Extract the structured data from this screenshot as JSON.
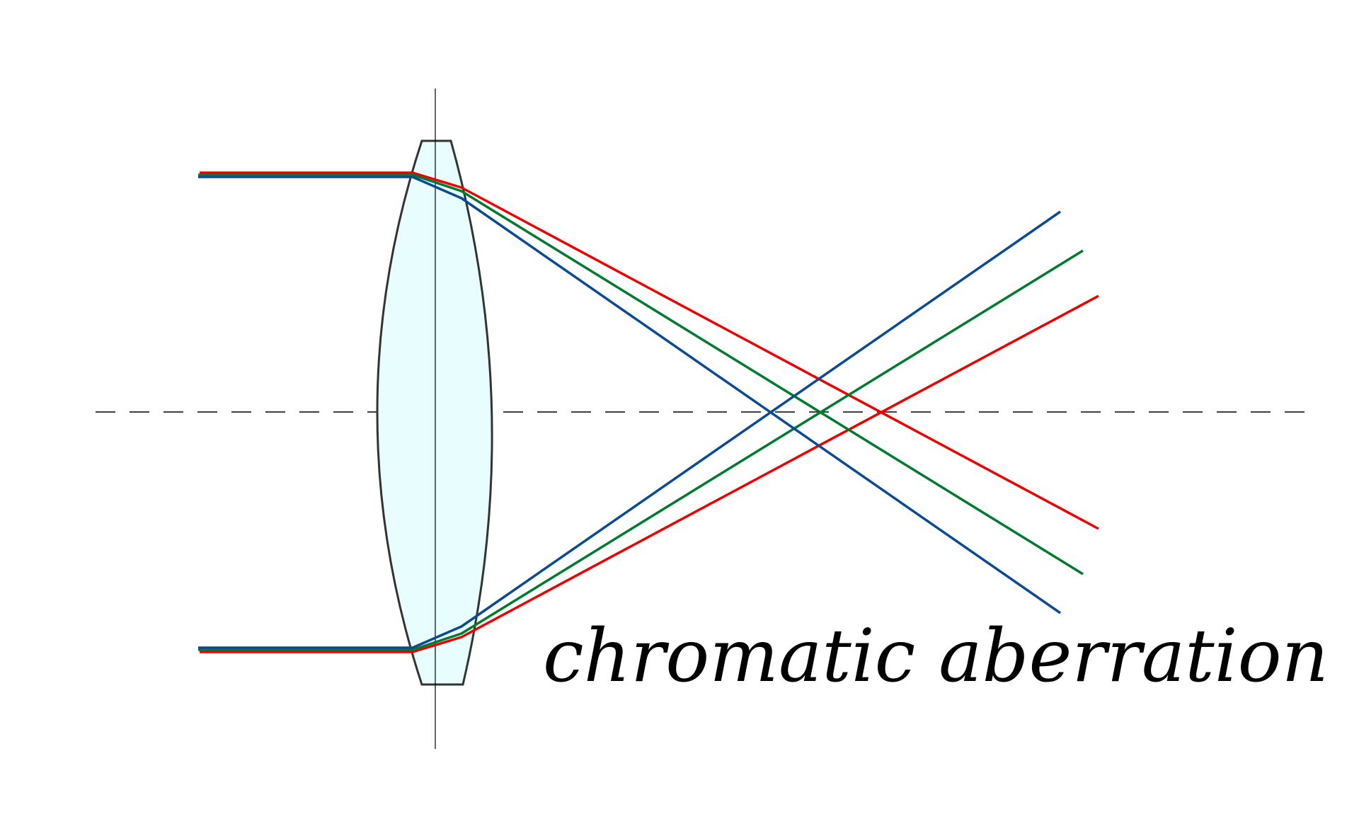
{
  "caption": "chromatic aberration",
  "colors": {
    "lens_fill": "#e8fdfd",
    "lens_stroke": "#333333",
    "axis": "#000000",
    "red": "#ee0000",
    "green": "#007a2e",
    "blue": "#0a4a94",
    "caption": "#000000"
  },
  "rays": [
    {
      "color": "red",
      "name": "red-ray"
    },
    {
      "color": "green",
      "name": "green-ray"
    },
    {
      "color": "blue",
      "name": "blue-ray"
    }
  ]
}
